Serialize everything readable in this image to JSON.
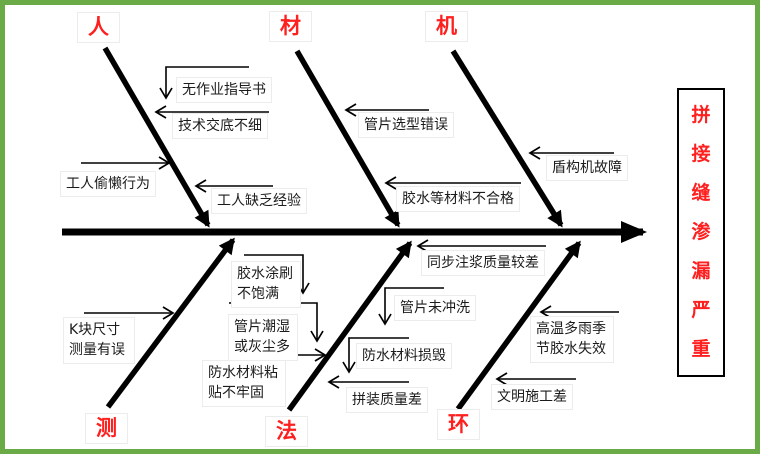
{
  "colors": {
    "frame_green": "#6aaa47",
    "label_red": "#fe1f1f",
    "line_black": "#000000"
  },
  "fishbone": {
    "effect": "拼接缝渗漏严重",
    "branches": {
      "people": {
        "label": "人",
        "causes": [
          "无作业指导书",
          "技术交底不细",
          "工人偷懒行为",
          "工人缺乏经验"
        ]
      },
      "material": {
        "label": "材",
        "causes": [
          "管片选型错误",
          "胶水等材料不合格"
        ]
      },
      "machine": {
        "label": "机",
        "causes": [
          "盾构机故障"
        ]
      },
      "measurement": {
        "label": "测",
        "causes": [
          "K块尺寸测量有误"
        ]
      },
      "method": {
        "label": "法",
        "causes": [
          "同步注浆质量较差",
          "胶水涂刷不饱满",
          "管片潮湿或灰尘多",
          "防水材料粘贴不牢固",
          "管片未冲洗",
          "防水材料损毁",
          "拼装质量差"
        ]
      },
      "environment": {
        "label": "环",
        "causes": [
          "高温多雨季节胶水失效",
          "文明施工差"
        ]
      }
    }
  }
}
